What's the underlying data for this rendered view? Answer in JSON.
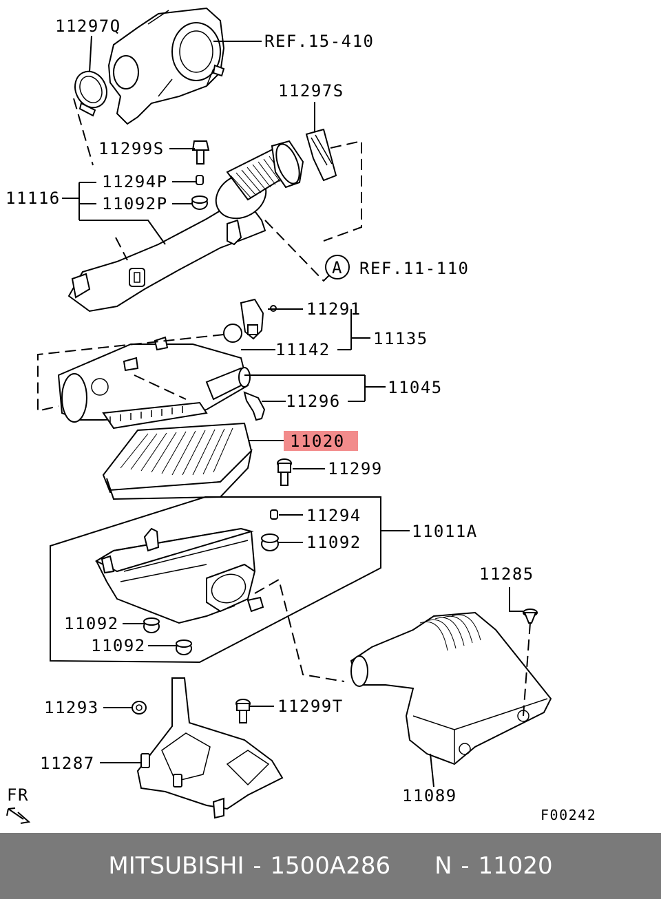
{
  "diagram": {
    "labels": {
      "p11297Q": "11297Q",
      "ref15": "REF.15-410",
      "p11297S": "11297S",
      "p11299S": "11299S",
      "p11294P": "11294P",
      "p11116": "11116",
      "p11092P": "11092P",
      "refA_letter": "A",
      "ref11": "REF.11-110",
      "p11291": "11291",
      "p11135": "11135",
      "p11142": "11142",
      "p11045": "11045",
      "p11296": "11296",
      "p11020": "11020",
      "p11299": "11299",
      "p11294": "11294",
      "p11011A": "11011A",
      "p11092a": "11092",
      "p11092b": "11092",
      "p11092c": "11092",
      "p11285": "11285",
      "p11293": "11293",
      "p11299T": "11299T",
      "p11287": "11287",
      "p11089": "11089",
      "fr": "FR",
      "figure_code": "F00242"
    },
    "highlight_part": "11020",
    "highlight_color": "#f28b8b"
  },
  "footer": {
    "text": "MITSUBISHI - 1500A286     N - 11020",
    "background": "#7a7a7a"
  }
}
